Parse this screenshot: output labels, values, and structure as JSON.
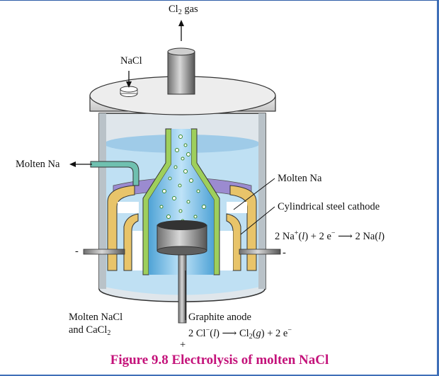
{
  "diagram": {
    "gas_label": "Cl",
    "gas_label_sub": "2",
    "gas_label_tail": " gas",
    "feed_label": "NaCl",
    "left_outlet_label": "Molten Na",
    "right_label_molten_na": "Molten Na",
    "right_label_cathode": "Cylindrical steel cathode",
    "cathode_eq": {
      "p1": "2 Na",
      "sup1": "+",
      "p2": "(",
      "it1": "l",
      "p3": ") + 2 e",
      "sup2": "−",
      "p4": " ⟶ 2 Na(",
      "it2": "l",
      "p5": ")"
    },
    "electrolyte_line1": "Molten NaCl",
    "electrolyte_line2a": "and CaCl",
    "electrolyte_line2sub": "2",
    "anode_label": "Graphite anode",
    "anode_eq": {
      "p1": "2 Cl",
      "sup1": "−",
      "p2": "(",
      "it1": "l",
      "p3": ") ⟶ Cl",
      "sub1": "2",
      "p4": "(",
      "it2": "g",
      "p5": ") + 2 e",
      "sup2": "−"
    },
    "minus_left": "-",
    "minus_right": "-",
    "plus_bottom": "+"
  },
  "caption": "Figure 9.8 Electrolysis of molten NaCl",
  "colors": {
    "caption": "#c4127a",
    "frame": "#3f6fb8",
    "liquid": "#bfe0f3",
    "gold": "#e8c46a",
    "tube_green": "#9ecf5c"
  }
}
